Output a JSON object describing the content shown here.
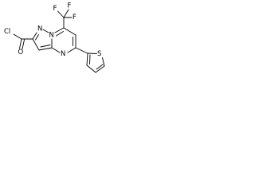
{
  "molecule": {
    "atoms": {
      "fluorine_1": "F",
      "fluorine_2": "F",
      "fluorine_3": "F",
      "chlorine": "Cl",
      "oxygen": "O",
      "nitrogen_ring_1": "N",
      "nitrogen_ring_2": "N",
      "nitrogen_ring_3": "N",
      "sulfur": "S"
    }
  }
}
